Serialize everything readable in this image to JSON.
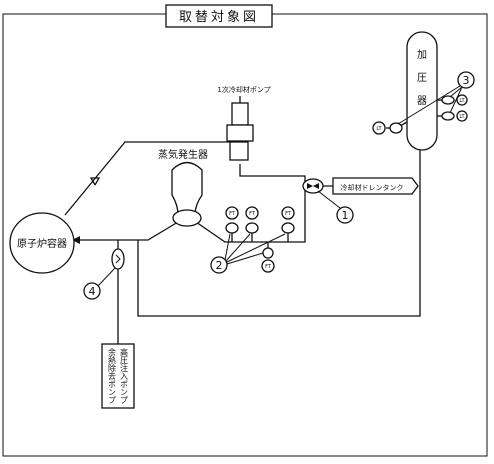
{
  "title": "取替対象図",
  "labels": {
    "rcp": "1次冷却材ポンプ",
    "steam_generator": "蒸気発生器",
    "reactor_vessel": "原子炉容器",
    "pressurizer": "加圧器",
    "drain_tank": "冷却材ドレンタンク",
    "hp_injection_pump": "高圧注入ポンプ",
    "rhr_pump": "余熱除去ポンプ"
  },
  "instruments": {
    "ft": "FT",
    "lt": "LT"
  },
  "callouts": [
    "①",
    "②",
    "③",
    "④"
  ],
  "colors": {
    "line": "#111111",
    "background": "#ffffff"
  }
}
